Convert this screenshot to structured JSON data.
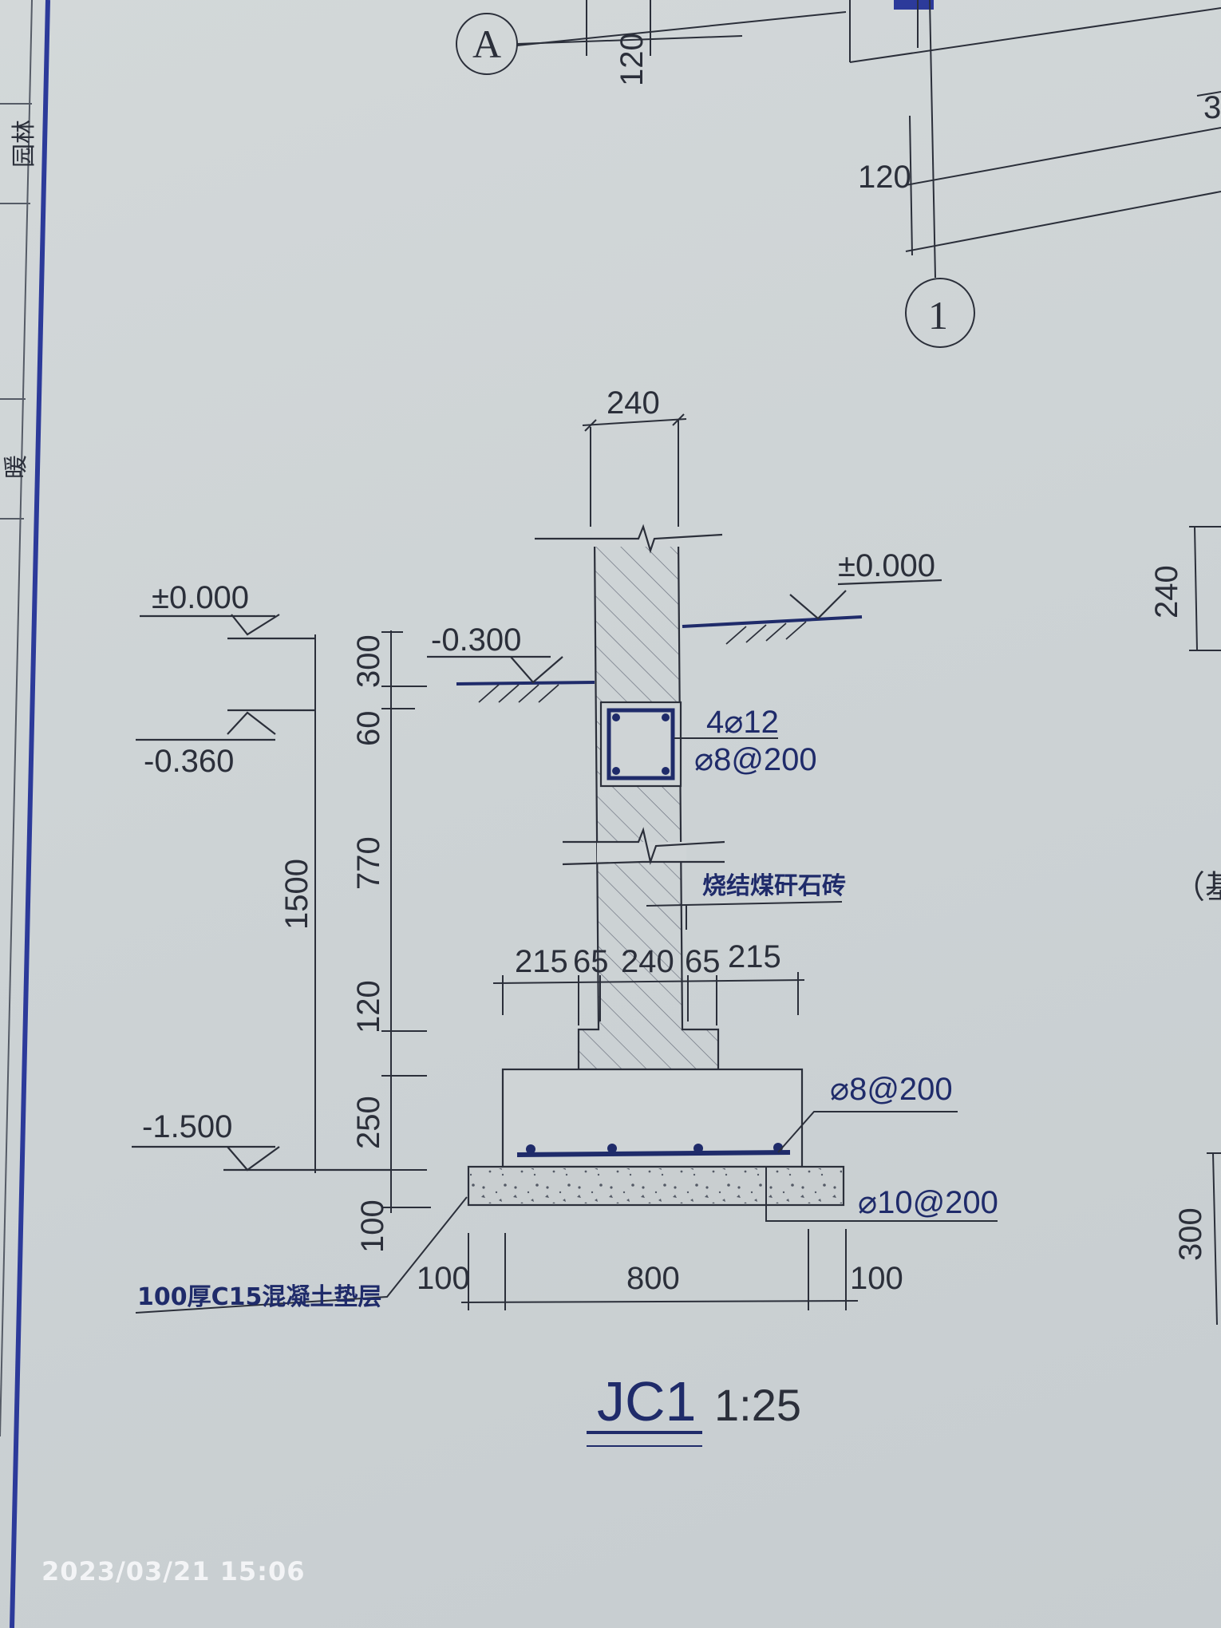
{
  "drawing": {
    "title": "JC1",
    "scale": "1:25",
    "grid_axes": {
      "axis_a": "A",
      "axis_1": "1"
    },
    "top_dims": {
      "upper_120_a": "120",
      "upper_120_b": "120",
      "right_3": "3"
    },
    "wall_width": "240",
    "levels": {
      "left_ground": "±0.000",
      "right_ground": "±0.000",
      "outside_grade": "-0.300",
      "beam_top": "-0.360",
      "base": "-1.500"
    },
    "vertical_dims": [
      "300",
      "60",
      "770",
      "120",
      "250",
      "100"
    ],
    "total_depth": "1500",
    "step_dims": [
      "215",
      "65",
      "240",
      "65",
      "215"
    ],
    "bottom_dims": [
      "100",
      "800",
      "100"
    ],
    "ground_beam": {
      "main_bars": "4⌀12",
      "stirrups": "⌀8@200"
    },
    "footing_rebar": {
      "top_layer": "⌀8@200",
      "bottom_layer": "⌀10@200"
    },
    "wall_material": "烧结煤矸石砖",
    "cushion_note": "100厚C15混凝土垫层",
    "side_labels": {
      "left_top": "园林",
      "left_mid": "暖",
      "right_paren": "（基",
      "right_dim_240": "240",
      "right_dim_300": "300",
      "right_bottom_paren": "（"
    }
  },
  "photo_timestamp": "2023/03/21 15:06",
  "colors": {
    "ink": "#2b2f3a",
    "rebar": "#1f2b6a",
    "paper": "#d0d5d7"
  }
}
